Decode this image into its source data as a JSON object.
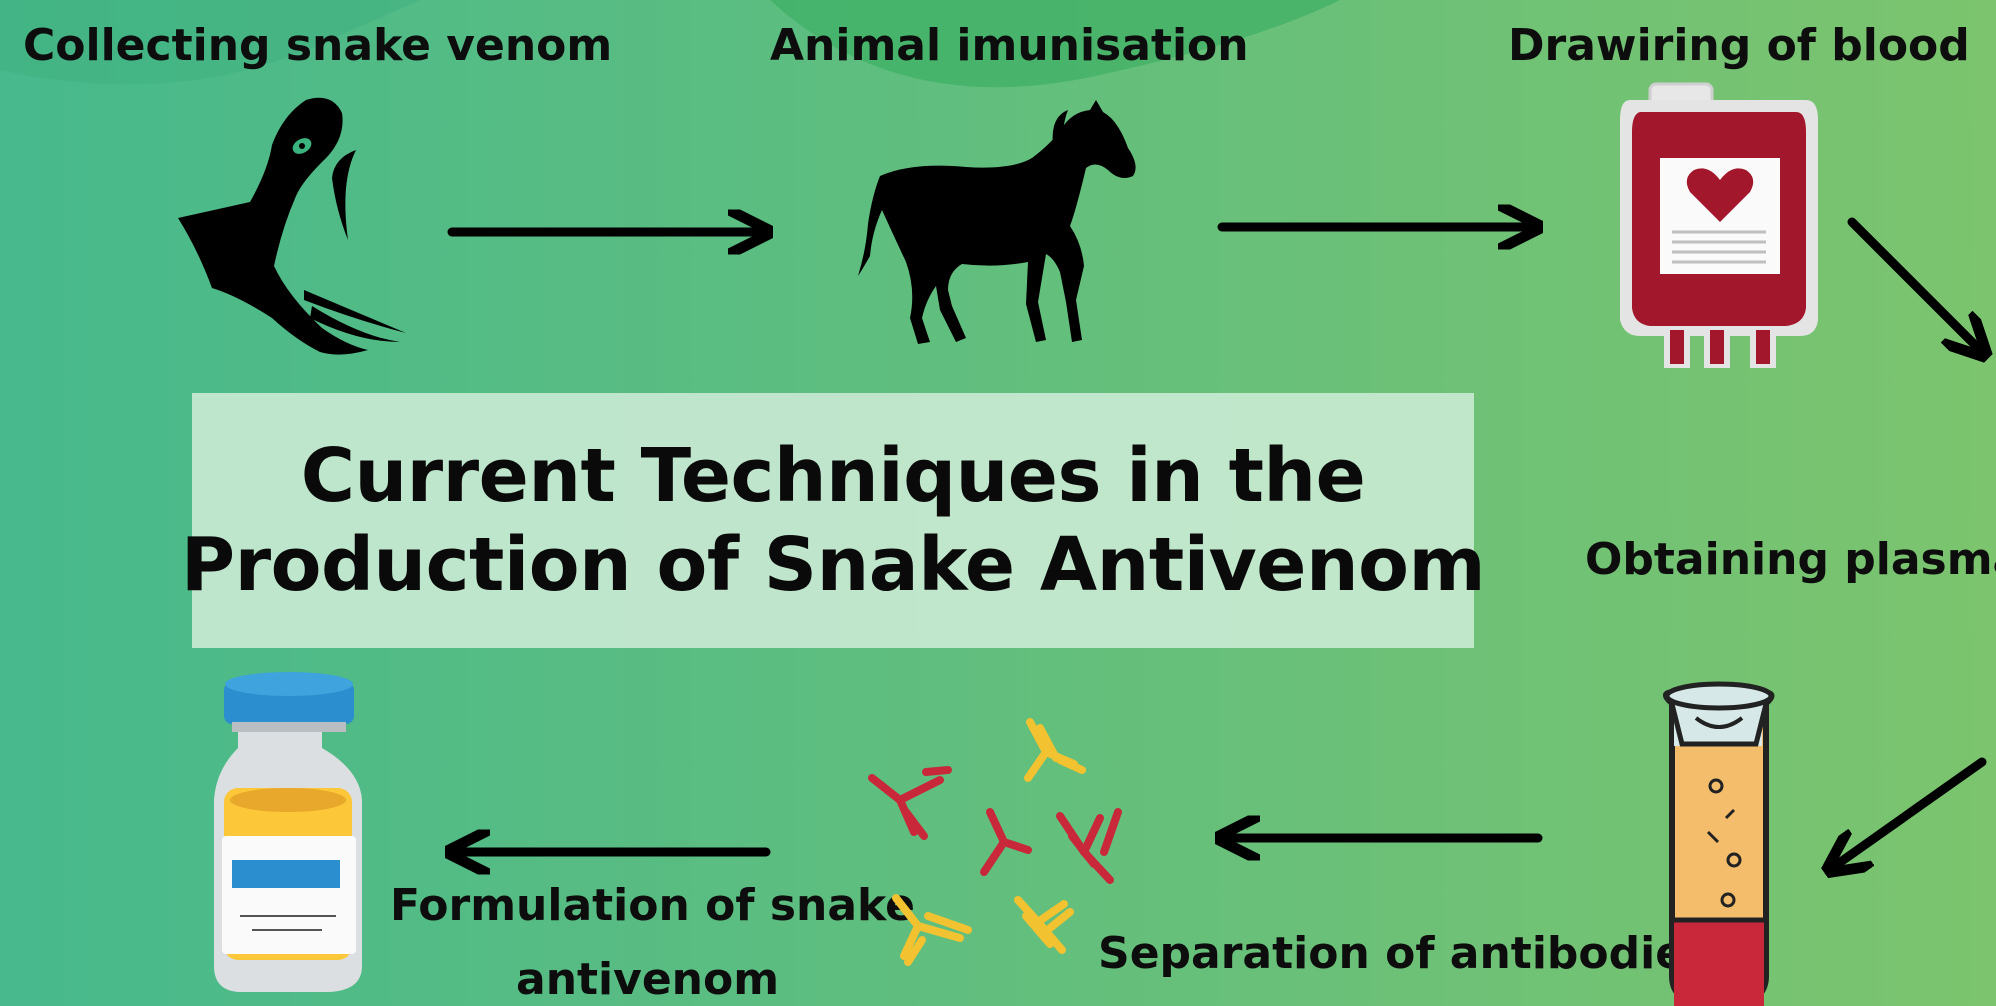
{
  "title": {
    "line1": "Current Techniques in the",
    "line2": "Production of Snake Antivenom"
  },
  "steps": {
    "collect": "Collecting snake venom",
    "immunise": "Animal imunisation",
    "blood": "Drawiring of blood",
    "plasma": "Obtaining plasma",
    "separation": "Separation of antibodies",
    "formulation_line1": "Formulation of snake",
    "formulation_line2": "antivenom"
  },
  "icons": [
    "snake-icon",
    "horse-icon",
    "blood-bag-icon",
    "test-tube-icon",
    "antibodies-icon",
    "vial-icon"
  ],
  "colors": {
    "background_left": "#47b98c",
    "background_right": "#7cc46e",
    "blood_red": "#a3172c",
    "vial_cap": "#2b8fcf",
    "vial_label": "#fcc738",
    "tube_fill": "#f4bd6c",
    "antibody_red": "#c8283a",
    "antibody_yellow": "#f2c230"
  }
}
